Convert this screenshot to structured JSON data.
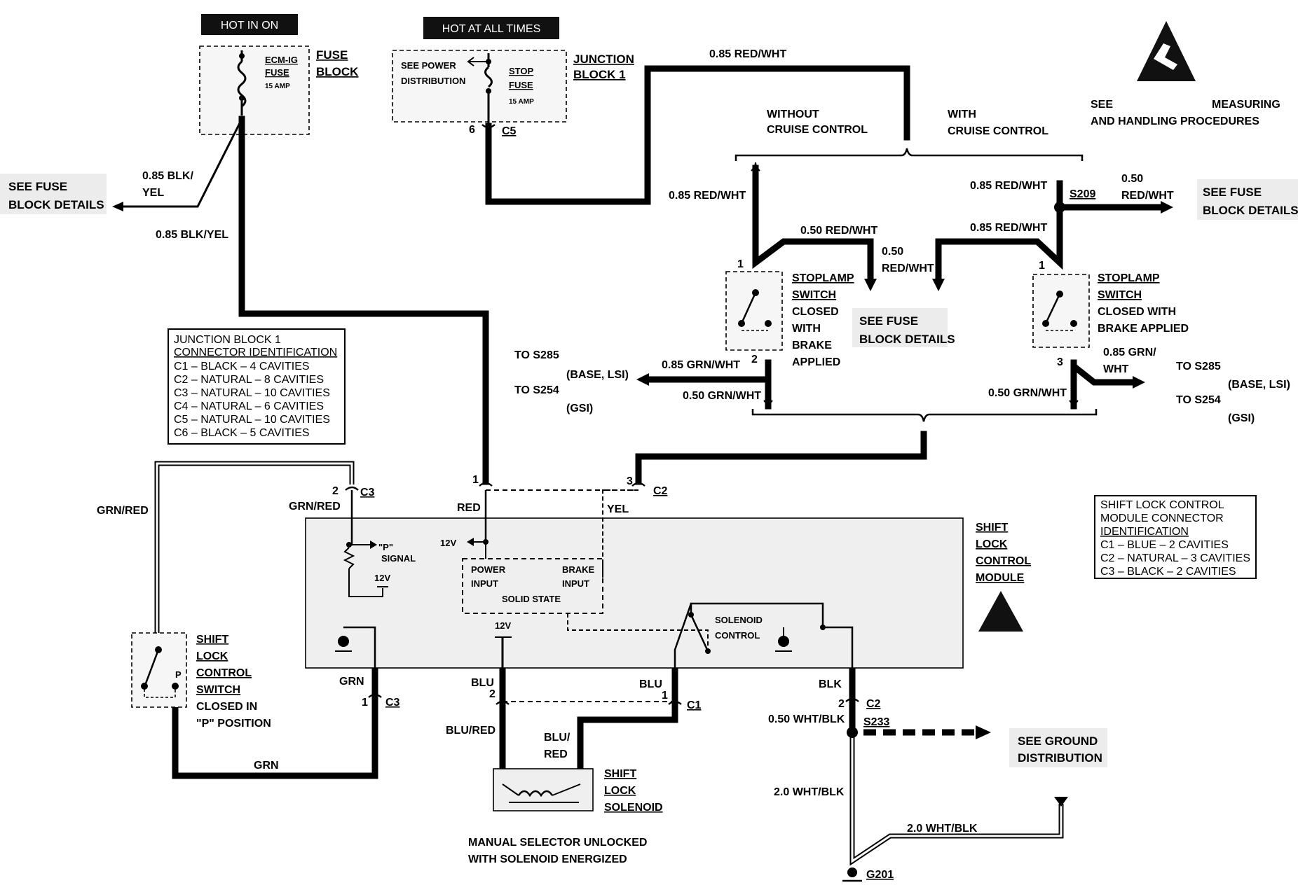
{
  "hot_in_on": "HOT IN ON",
  "hot_at_all_times": "HOT AT ALL TIMES",
  "fuse_block": {
    "line1": "FUSE",
    "line2": "BLOCK",
    "fuse_name1": "ECM-IG",
    "fuse_name2": "FUSE",
    "rating": "15 AMP"
  },
  "junction_block": {
    "line1": "JUNCTION",
    "line2": "BLOCK 1",
    "see1": "SEE POWER",
    "see2": "DISTRIBUTION",
    "fuse_name1": "STOP",
    "fuse_name2": "FUSE",
    "rating": "15 AMP",
    "pin": "6",
    "connector": "C5"
  },
  "esd_note": {
    "line1a": "SEE",
    "line1b": "MEASURING",
    "line2": "AND HANDLING PROCEDURES"
  },
  "cruise": {
    "without1": "WITHOUT",
    "without2": "CRUISE CONTROL",
    "with1": "WITH",
    "with2": "CRUISE CONTROL"
  },
  "wire_labels": {
    "top_red_wht": "0.85 RED/WHT",
    "left_red_wht": "0.85 RED/WHT",
    "mid_red_wht_050": "0.50 RED/WHT",
    "mid_050_a": "0.50",
    "mid_050_b": "RED/WHT",
    "right_red_wht_085": "0.85 RED/WHT",
    "right_red_wht_085_b": "0.85 RED/WHT",
    "s209_050_a": "0.50",
    "s209_050_b": "RED/WHT",
    "blk_yel_a": "0.85 BLK/",
    "blk_yel_b": "YEL",
    "blk_yel_main": "0.85 BLK/YEL",
    "grn_wht_085_left": "0.85 GRN/WHT",
    "grn_wht_050_left": "0.50 GRN/WHT",
    "grn_wht_085_right_a": "0.85 GRN/",
    "grn_wht_085_right_b": "WHT",
    "grn_wht_050_right": "0.50 GRN/WHT",
    "grn_red_left": "GRN/RED",
    "grn_red_c3": "GRN/RED",
    "red": "RED",
    "yel": "YEL",
    "grn": "GRN",
    "grn_bottom": "GRN",
    "blu_left": "BLU",
    "blu_right": "BLU",
    "blu_red_left": "BLU/RED",
    "blu_red_right_a": "BLU/",
    "blu_red_right_b": "RED",
    "blk": "BLK",
    "wht_blk_050": "0.50 WHT/BLK",
    "wht_blk_20_a": "2.0 WHT/BLK",
    "wht_blk_20_b": "2.0 WHT/BLK"
  },
  "see_fuse_block_details": {
    "l1": "SEE FUSE",
    "l2": "BLOCK DETAILS"
  },
  "see_fuse_block_details_mid": {
    "l1": "SEE FUSE",
    "l2": "BLOCK DETAILS"
  },
  "see_fuse_block_details_right": {
    "l1": "SEE FUSE",
    "l2": "BLOCK DETAILS"
  },
  "s209": "S209",
  "stoplamp_left": {
    "l1": "STOPLAMP",
    "l2": "SWITCH",
    "l3": "CLOSED",
    "l4": "WITH",
    "l5": "BRAKE",
    "l6": "APPLIED",
    "pin_top": "1",
    "pin_bottom": "2"
  },
  "stoplamp_right": {
    "l1": "STOPLAMP",
    "l2": "SWITCH",
    "l3": "CLOSED WITH",
    "l4": "BRAKE APPLIED",
    "pin_top": "1",
    "pin_bottom": "3"
  },
  "to_left": {
    "s285": "TO S285",
    "base": "(BASE, LSI)",
    "s254": "TO S254",
    "gsi": "(GSI)"
  },
  "to_right": {
    "s285": "TO S285",
    "base": "(BASE, LSI)",
    "s254": "TO S254",
    "gsi": "(GSI)"
  },
  "jb_connector_id": {
    "title1": "JUNCTION BLOCK 1",
    "title2": "CONNECTOR IDENTIFICATION",
    "rows": [
      "C1 – BLACK – 4 CAVITIES",
      "C2 – NATURAL – 8 CAVITIES",
      "C3 – NATURAL – 10 CAVITIES",
      "C4 – NATURAL – 6 CAVITIES",
      "C5 – NATURAL – 10 CAVITIES",
      "C6 – BLACK – 5 CAVITIES"
    ]
  },
  "slcm_connector_id": {
    "title1": "SHIFT LOCK CONTROL",
    "title2": "MODULE CONNECTOR",
    "title3": "IDENTIFICATION",
    "rows": [
      "C1 – BLUE – 2 CAVITIES",
      "C2 – NATURAL – 3 CAVITIES",
      "C3 – BLACK – 2 CAVITIES"
    ]
  },
  "module": {
    "l1": "SHIFT",
    "l2": "LOCK",
    "l3": "CONTROL",
    "l4": "MODULE",
    "p_signal_a": "\"P\"",
    "p_signal_b": "SIGNAL",
    "v12_a": "12V",
    "v12_b": "12V",
    "v12_c": "12V",
    "power_input_a": "POWER",
    "power_input_b": "INPUT",
    "brake_input_a": "BRAKE",
    "brake_input_b": "INPUT",
    "solid_state": "SOLID STATE",
    "solenoid_a": "SOLENOID",
    "solenoid_b": "CONTROL"
  },
  "connectors": {
    "c3_top_pin": "2",
    "c3_top": "C3",
    "c2_red_pin": "1",
    "c2_yel_pin": "3",
    "c2_top": "C2",
    "c3_bot_pin": "1",
    "c3_bot": "C3",
    "c1_left_pin": "2",
    "c1_right_pin": "1",
    "c1": "C1",
    "c2_bot_pin": "2",
    "c2_bot": "C2"
  },
  "shift_lock_switch": {
    "l1": "SHIFT",
    "l2": "LOCK",
    "l3": "CONTROL",
    "l4": "SWITCH",
    "l5": "CLOSED IN",
    "l6": "\"P\" POSITION",
    "p": "P"
  },
  "solenoid": {
    "l1": "SHIFT",
    "l2": "LOCK",
    "l3": "SOLENOID",
    "note1": "MANUAL  SELECTOR UNLOCKED",
    "note2": "WITH SOLENOID ENERGIZED"
  },
  "s233": "S233",
  "see_ground": {
    "l1": "SEE GROUND",
    "l2": "DISTRIBUTION"
  },
  "g201": "G201"
}
